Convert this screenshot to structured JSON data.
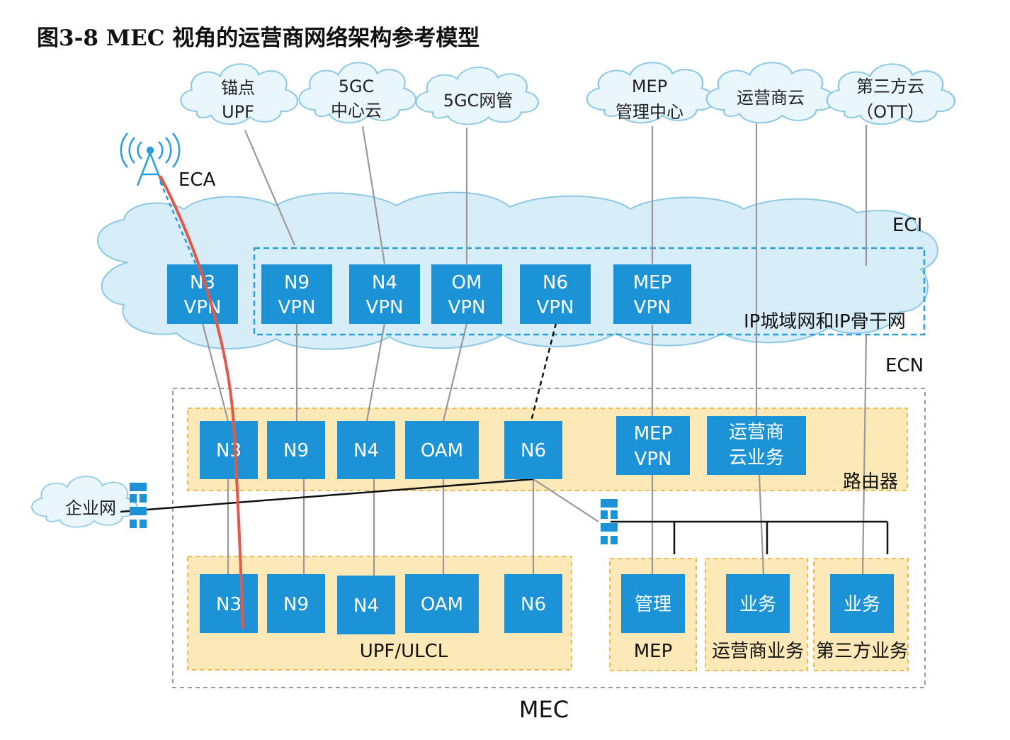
{
  "title": "图3-8  MEC 视角的运营商网络架构参考模型",
  "clouds": [
    {
      "id": "anchor-upf",
      "lines": [
        "锚点",
        "UPF"
      ]
    },
    {
      "id": "5gc-core",
      "lines": [
        "5GC",
        "中心云"
      ]
    },
    {
      "id": "5gc-mgmt",
      "lines": [
        "5GC网管"
      ]
    },
    {
      "id": "mep-mgmt",
      "lines": [
        "MEP",
        "管理中心"
      ]
    },
    {
      "id": "operator-cloud",
      "lines": [
        "运营商云"
      ]
    },
    {
      "id": "third-party-cloud",
      "lines": [
        "第三方云",
        "（OTT）"
      ]
    },
    {
      "id": "enterprise",
      "lines": [
        "企业网"
      ]
    }
  ],
  "labels": {
    "eca": "ECA",
    "eci": "ECI",
    "ecn": "ECN",
    "ip_network": "IP城域网和IP骨干网",
    "router": "路由器",
    "upf_ulcl": "UPF/ULCL",
    "mep": "MEP",
    "operator_service": "运营商业务",
    "third_party_service": "第三方业务",
    "mec": "MEC"
  },
  "vpn_boxes": [
    {
      "id": "n3-vpn",
      "lines": [
        "N3",
        "VPN"
      ]
    },
    {
      "id": "n9-vpn",
      "lines": [
        "N9",
        "VPN"
      ]
    },
    {
      "id": "n4-vpn",
      "lines": [
        "N4",
        "VPN"
      ]
    },
    {
      "id": "om-vpn",
      "lines": [
        "OM",
        "VPN"
      ]
    },
    {
      "id": "n6-vpn",
      "lines": [
        "N6",
        "VPN"
      ]
    },
    {
      "id": "mep-vpn",
      "lines": [
        "MEP",
        "VPN"
      ]
    }
  ],
  "router_boxes": [
    {
      "id": "router-n3",
      "lines": [
        "N3"
      ]
    },
    {
      "id": "router-n9",
      "lines": [
        "N9"
      ]
    },
    {
      "id": "router-n4",
      "lines": [
        "N4"
      ]
    },
    {
      "id": "router-oam",
      "lines": [
        "OAM"
      ]
    },
    {
      "id": "router-n6",
      "lines": [
        "N6"
      ]
    },
    {
      "id": "router-mep-vpn",
      "lines": [
        "MEP",
        "VPN"
      ]
    },
    {
      "id": "router-operator-cloud-service",
      "lines": [
        "运营商",
        "云业务"
      ]
    }
  ],
  "upf_boxes": [
    {
      "id": "upf-n3",
      "lines": [
        "N3"
      ]
    },
    {
      "id": "upf-n9",
      "lines": [
        "N9"
      ]
    },
    {
      "id": "upf-n4",
      "lines": [
        "N4"
      ]
    },
    {
      "id": "upf-oam",
      "lines": [
        "OAM"
      ]
    },
    {
      "id": "upf-n6",
      "lines": [
        "N6"
      ]
    }
  ],
  "app_boxes": [
    {
      "id": "mep-manage",
      "lines": [
        "管理"
      ]
    },
    {
      "id": "operator-service-box",
      "lines": [
        "业务"
      ]
    },
    {
      "id": "third-party-service-box",
      "lines": [
        "业务"
      ]
    }
  ],
  "colors": {
    "box_blue": "#1c93d6",
    "cloud_fill": "#d7eef8",
    "cloud_stroke": "#8cc8e6",
    "zone_fill": "#fde9b8",
    "zone_stroke": "#f2b84e",
    "red_path": "#e4574b",
    "dashed_blue": "#2a9ddb"
  }
}
